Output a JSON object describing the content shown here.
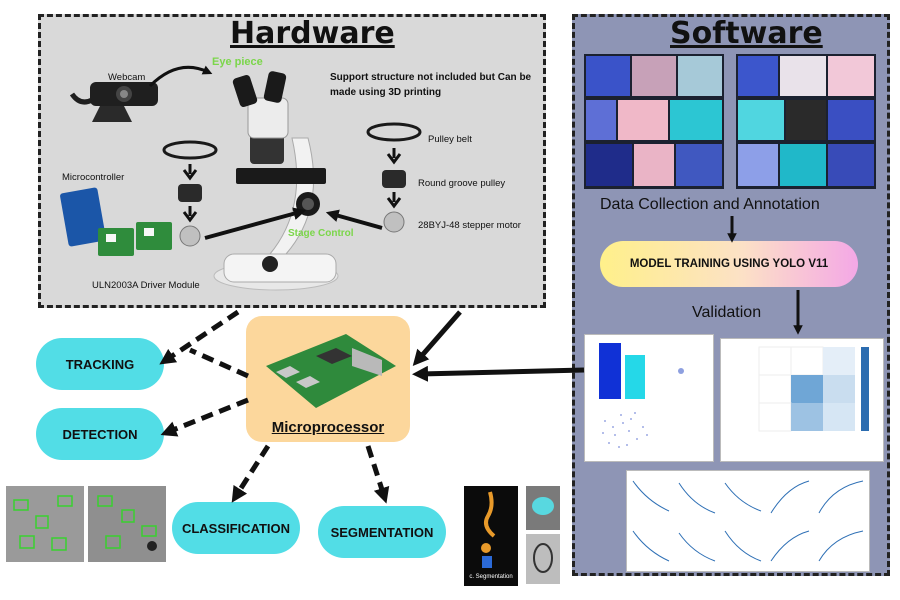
{
  "hardware": {
    "title": "Hardware",
    "labels": {
      "webcam": "Webcam",
      "eye_piece": "Eye piece",
      "microcontroller": "Microcontroller",
      "driver_module": "ULN2003A Driver Module",
      "stage_control": "Stage Control",
      "pulley_belt": "Pulley belt",
      "round_groove_pulley": "Round groove pulley",
      "stepper_motor": "28BYJ-48 stepper motor"
    },
    "note": "Support structure not included but Can be made using 3D printing"
  },
  "software": {
    "title": "Software",
    "data_caption": "Data Collection and Annotation",
    "training_label": "MODEL TRAINING USING YOLO V11",
    "validation_label": "Validation"
  },
  "outputs": {
    "tracking": "TRACKING",
    "detection": "DETECTION",
    "classification": "CLASSIFICATION",
    "segmentation": "SEGMENTATION"
  },
  "microprocessor": {
    "label": "Microprocessor"
  },
  "segmentation_thumb_caption": "c. Segmentation",
  "colors": {
    "hardware_bg": "#d9d9d9",
    "software_bg": "#8e95b5",
    "pill": "#52dde6",
    "microprocessor_bg": "#fcd79c",
    "green_label": "#7bd64a"
  }
}
